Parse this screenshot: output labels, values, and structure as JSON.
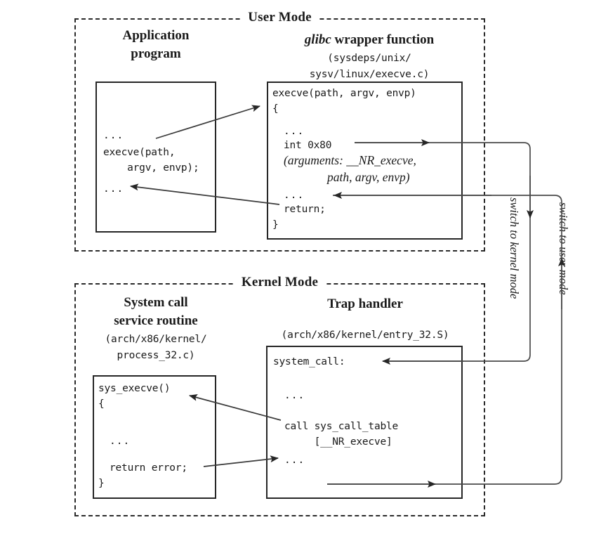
{
  "figure": {
    "title_user_mode": "User Mode",
    "title_kernel_mode": "Kernel Mode"
  },
  "user_mode": {
    "application": {
      "heading_line1": "Application",
      "heading_line2": "program",
      "code": {
        "dots_top": "...",
        "line_call_1": "execve(path,",
        "line_call_2": "    argv, envp);",
        "dots_bottom": "..."
      }
    },
    "glibc": {
      "heading_italic": "glibc",
      "heading_rest": " wrapper function",
      "path_line1": "(sysdeps/unix/",
      "path_line2": "sysv/linux/execve.c)",
      "code": {
        "signature": "execve(path, argv, envp)",
        "open_brace": "{",
        "dots_1": "...",
        "int_instruction": "int 0x80",
        "args_line1": "(arguments: __NR_execve,",
        "args_line2": "path, argv, envp)",
        "dots_2": "...",
        "return_stmt": "return;",
        "close_brace": "}"
      }
    }
  },
  "kernel_mode": {
    "service_routine": {
      "heading_line1": "System call",
      "heading_line2": "service routine",
      "path_line1": "(arch/x86/kernel/",
      "path_line2": "process_32.c)",
      "code": {
        "signature": "sys_execve()",
        "open_brace": "{",
        "dots_1": "...",
        "return_stmt": "return error;",
        "close_brace": "}"
      }
    },
    "trap_handler": {
      "heading": "Trap handler",
      "path_line1": "(arch/x86/kernel/entry_32.S)",
      "code": {
        "label": "system_call:",
        "dots_1": "...",
        "call_line1": "call sys_call_table",
        "call_line2": "     [__NR_execve]",
        "dots_2": "..."
      }
    }
  },
  "transitions": {
    "switch_to_kernel_mode": "switch to kernel mode",
    "switch_to_user_mode": "switch to user mode"
  },
  "colors": {
    "line": "#2b2b2b",
    "arrow": "#4a4a4a",
    "text": "#1a1a1a",
    "background": "#ffffff"
  }
}
